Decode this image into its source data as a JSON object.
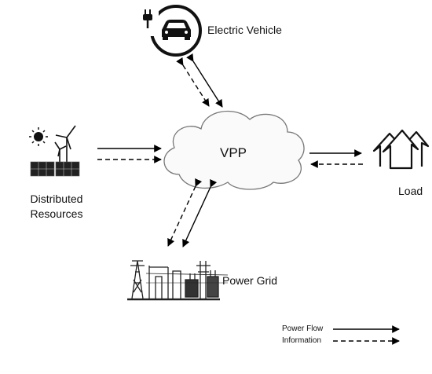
{
  "nodes": {
    "ev": "Electric Vehicle",
    "vpp": "VPP",
    "distributed_line1": "Distributed",
    "distributed_line2": "Resources",
    "load": "Load",
    "grid": "Power Grid"
  },
  "legend": {
    "power_flow": "Power Flow",
    "information": "Information"
  },
  "icons": [
    "ev-charging-icon",
    "solar-wind-icon",
    "house-icon",
    "power-grid-icon",
    "cloud-icon"
  ]
}
